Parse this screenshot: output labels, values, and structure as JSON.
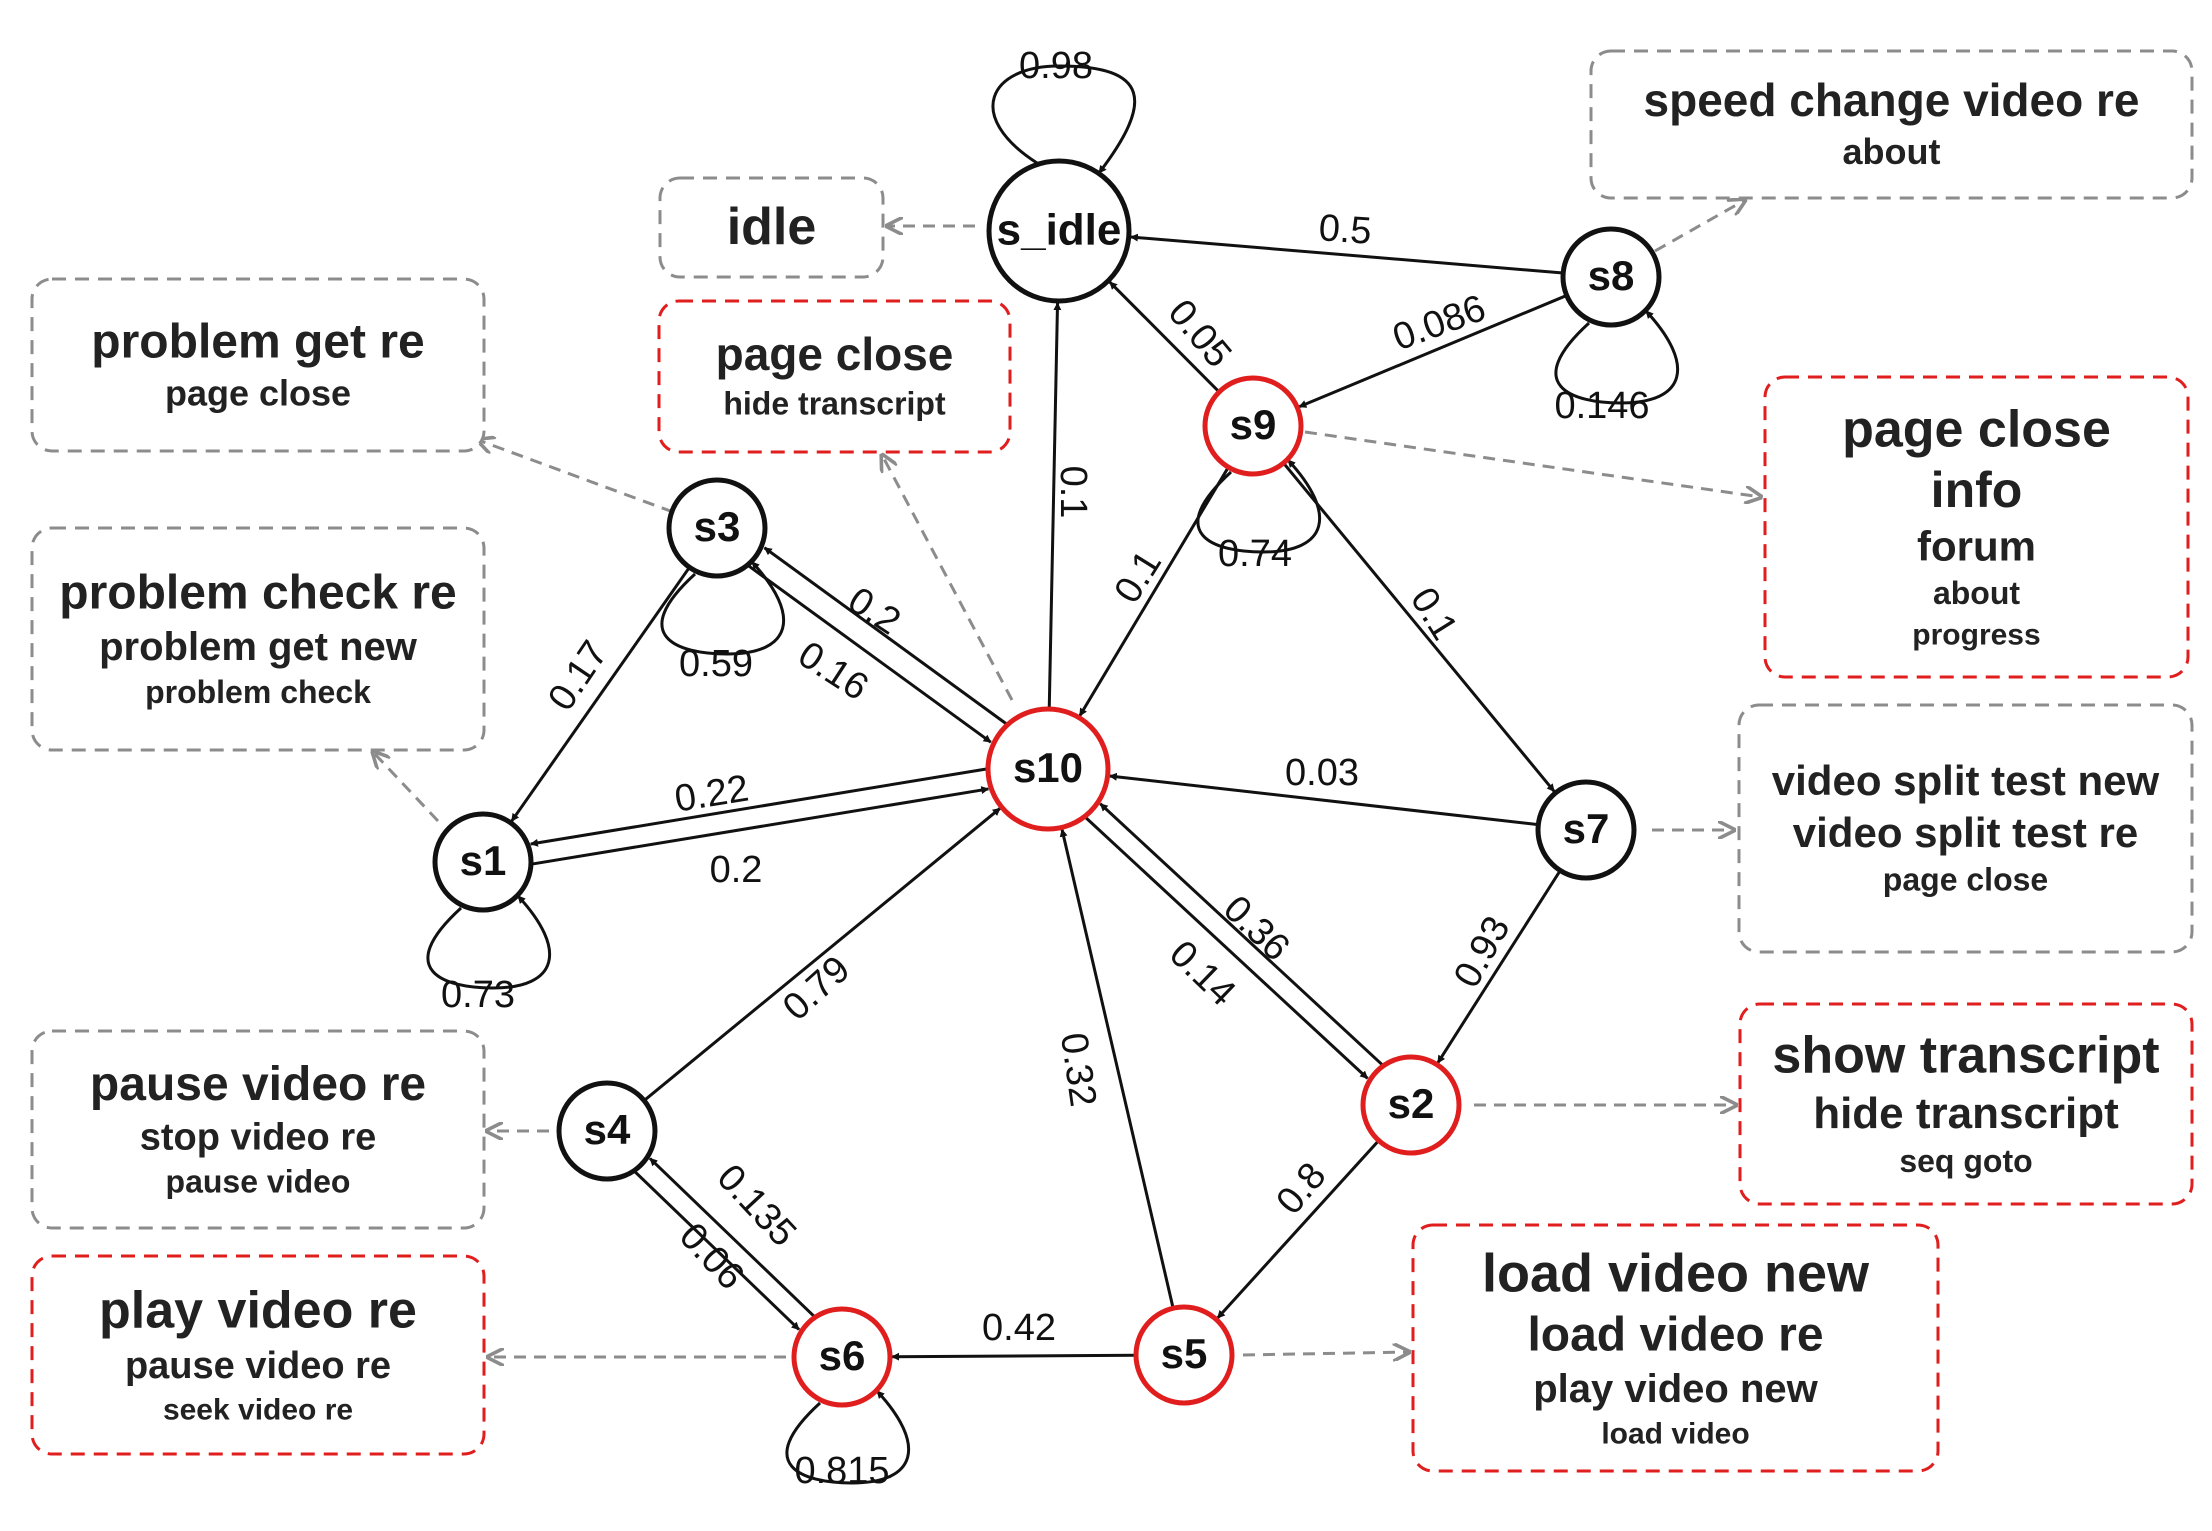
{
  "colors": {
    "black": "#111111",
    "red": "#e01e1e",
    "gray": "#8c8c8c",
    "box_text": "#222222"
  },
  "states": [
    {
      "id": "s_idle",
      "label": "s_idle",
      "highlight": "black"
    },
    {
      "id": "s1",
      "label": "s1",
      "highlight": "black"
    },
    {
      "id": "s2",
      "label": "s2",
      "highlight": "red"
    },
    {
      "id": "s3",
      "label": "s3",
      "highlight": "black"
    },
    {
      "id": "s4",
      "label": "s4",
      "highlight": "black"
    },
    {
      "id": "s5",
      "label": "s5",
      "highlight": "red"
    },
    {
      "id": "s6",
      "label": "s6",
      "highlight": "red"
    },
    {
      "id": "s7",
      "label": "s7",
      "highlight": "black"
    },
    {
      "id": "s8",
      "label": "s8",
      "highlight": "black"
    },
    {
      "id": "s9",
      "label": "s9",
      "highlight": "red"
    },
    {
      "id": "s10",
      "label": "s10",
      "highlight": "red"
    }
  ],
  "transitions": [
    {
      "from": "s_idle",
      "to": "s_idle",
      "prob": "0.98"
    },
    {
      "from": "s8",
      "to": "s_idle",
      "prob": "0.5"
    },
    {
      "from": "s8",
      "to": "s9",
      "prob": "0.086"
    },
    {
      "from": "s8",
      "to": "s8",
      "prob": "0.146"
    },
    {
      "from": "s9",
      "to": "s_idle",
      "prob": "0.05"
    },
    {
      "from": "s9",
      "to": "s9",
      "prob": "0.74"
    },
    {
      "from": "s9",
      "to": "s10",
      "prob": "0.1"
    },
    {
      "from": "s9",
      "to": "s7",
      "prob": "0.1"
    },
    {
      "from": "s10",
      "to": "s_idle",
      "prob": "0.1"
    },
    {
      "from": "s3",
      "to": "s3",
      "prob": "0.59"
    },
    {
      "from": "s3",
      "to": "s10",
      "prob": "0.2"
    },
    {
      "from": "s10",
      "to": "s3",
      "prob": "0.16"
    },
    {
      "from": "s3",
      "to": "s1",
      "prob": "0.17"
    },
    {
      "from": "s1",
      "to": "s10",
      "prob": "0.22"
    },
    {
      "from": "s10",
      "to": "s1",
      "prob": "0.2"
    },
    {
      "from": "s1",
      "to": "s1",
      "prob": "0.73"
    },
    {
      "from": "s7",
      "to": "s10",
      "prob": "0.03"
    },
    {
      "from": "s7",
      "to": "s2",
      "prob": "0.93"
    },
    {
      "from": "s10",
      "to": "s2",
      "prob": "0.36"
    },
    {
      "from": "s2",
      "to": "s10",
      "prob": "0.14"
    },
    {
      "from": "s2",
      "to": "s5",
      "prob": "0.8"
    },
    {
      "from": "s5",
      "to": "s10",
      "prob": "0.32"
    },
    {
      "from": "s4",
      "to": "s10",
      "prob": "0.79"
    },
    {
      "from": "s6",
      "to": "s4",
      "prob": "0.135"
    },
    {
      "from": "s4",
      "to": "s6",
      "prob": "0.06"
    },
    {
      "from": "s5",
      "to": "s6",
      "prob": "0.42"
    },
    {
      "from": "s6",
      "to": "s6",
      "prob": "0.815"
    }
  ],
  "action_boxes": [
    {
      "state": "s_idle",
      "border": "gray",
      "lines": [
        "idle"
      ]
    },
    {
      "state": "s8",
      "border": "gray",
      "lines": [
        "speed change video re",
        "about"
      ]
    },
    {
      "state": "s3",
      "border": "gray",
      "lines": [
        "problem get re",
        "page close"
      ]
    },
    {
      "state": "s10",
      "border": "red",
      "lines": [
        "page close",
        "hide transcript"
      ]
    },
    {
      "state": "s9",
      "border": "red",
      "lines": [
        "page close",
        "info",
        "forum",
        "about",
        "progress"
      ]
    },
    {
      "state": "s1",
      "border": "gray",
      "lines": [
        "problem check re",
        "problem get new",
        "problem check"
      ]
    },
    {
      "state": "s7",
      "border": "gray",
      "lines": [
        "video split test new",
        "video split test re",
        "page close"
      ]
    },
    {
      "state": "s4",
      "border": "gray",
      "lines": [
        "pause video re",
        "stop video re",
        "pause video"
      ]
    },
    {
      "state": "s2",
      "border": "red",
      "lines": [
        "show transcript",
        "hide transcript",
        "seq goto"
      ]
    },
    {
      "state": "s6",
      "border": "red",
      "lines": [
        "play video re",
        "pause video re",
        "seek video re"
      ]
    },
    {
      "state": "s5",
      "border": "red",
      "lines": [
        "load video new",
        "load video re",
        "play video new",
        "load video"
      ]
    }
  ]
}
